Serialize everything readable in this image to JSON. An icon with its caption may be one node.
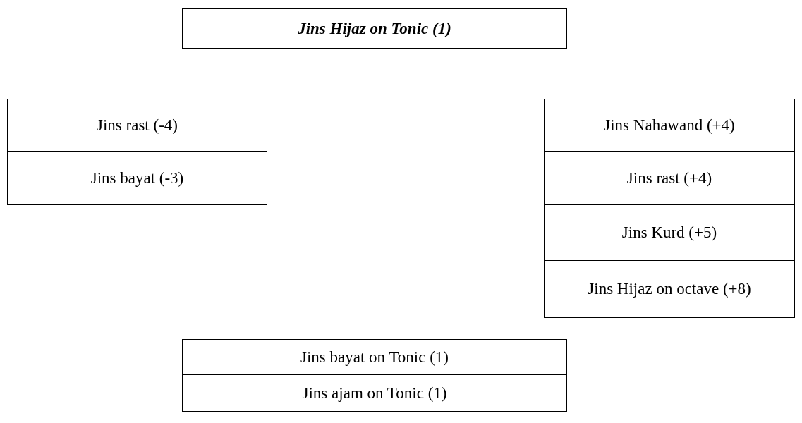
{
  "diagram": {
    "nodes": [
      {
        "text": [
          "Jins Hijaz on Tonic (1)"
        ]
      },
      {
        "text": [
          "Jins rast (-4)"
        ]
      },
      {
        "text": [
          "Jins bayat (-3)"
        ]
      },
      {
        "text": [
          "Jins Nahawand (+4)"
        ]
      },
      {
        "text": [
          "Jins rast (+4)"
        ]
      },
      {
        "text": [
          "Jins Kurd (+5)"
        ]
      },
      {
        "text": [
          "Jins Hijaz on octave (+8)"
        ]
      },
      {
        "text": [
          "Jins bayat on Tonic (1)"
        ]
      },
      {
        "text": [
          "Jins ajam on Tonic (1)"
        ]
      }
    ]
  }
}
